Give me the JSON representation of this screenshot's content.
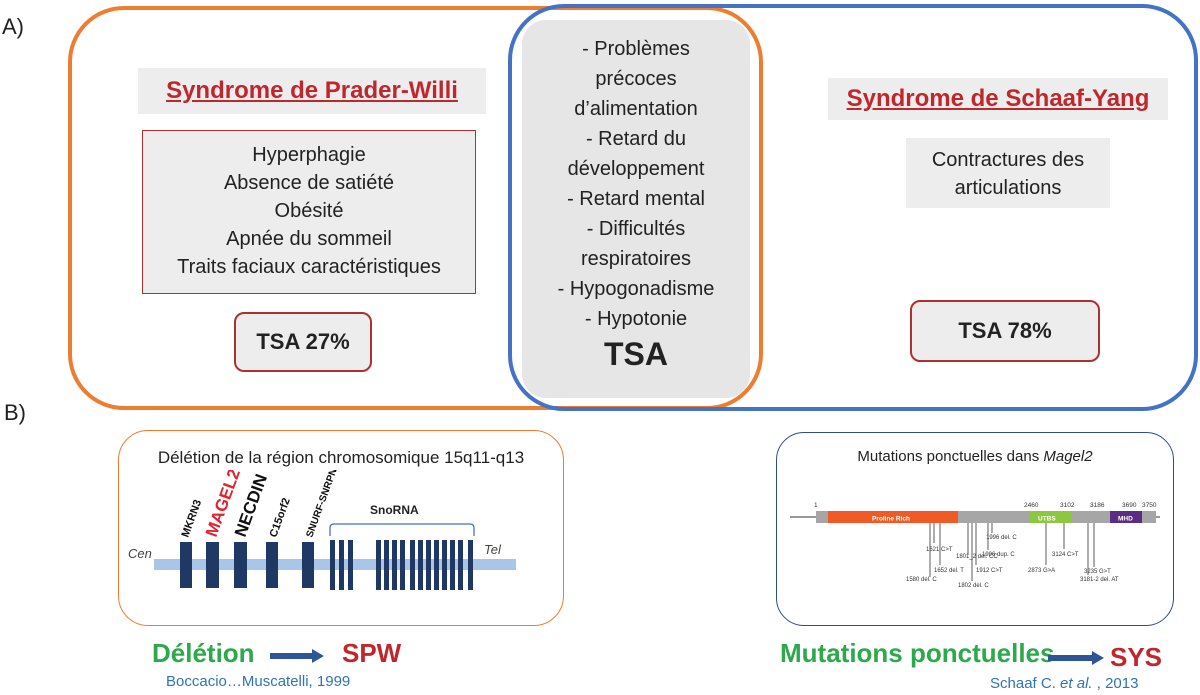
{
  "panel_a": {
    "letter": "A)",
    "pws": {
      "title": "Syndrome de Prader-Willi",
      "symptoms": [
        "Hyperphagie",
        "Absence de satiété",
        "Obésité",
        "Apnée du sommeil",
        "Traits faciaux caractéristiques"
      ],
      "tsa": "TSA 27%"
    },
    "sys": {
      "title": "Syndrome de Schaaf-Yang",
      "symptoms": [
        "Contractures des",
        "articulations"
      ],
      "tsa": "TSA 78%"
    },
    "common": {
      "lines": [
        "- Problèmes",
        "précoces",
        "d’alimentation",
        "- Retard du",
        "développement",
        "- Retard mental",
        "- Difficultés",
        "respiratoires",
        "- Hypogonadisme",
        "- Hypotonie"
      ],
      "tsa": "TSA"
    },
    "colors": {
      "pws_border": "#ED7D31",
      "sys_border": "#4472C4",
      "title_red": "#C0272D"
    }
  },
  "panel_b": {
    "letter": "B)",
    "deletion": {
      "title": "Délétion de la région chromosomique 15q11-q13",
      "genes": [
        {
          "name": "MKRN3",
          "style": "normal"
        },
        {
          "name": "MAGEL2",
          "style": "red"
        },
        {
          "name": "NECDIN",
          "style": "bold"
        },
        {
          "name": "C15orf2",
          "style": "normal"
        },
        {
          "name": "SNURF-SNRPN",
          "style": "normal"
        }
      ],
      "snorna_label": "SnoRNA",
      "cen_label": "Cen",
      "tel_label": "Tel",
      "left_label": "Délétion",
      "right_label": "SPW",
      "citation": "Boccacio…Muscatelli, 1999"
    },
    "mutations": {
      "title_prefix": "Mutations ponctuelles dans ",
      "title_gene": "Magel2",
      "positions": [
        "1",
        "2460",
        "3102",
        "3186",
        "3690",
        "3750"
      ],
      "domains": [
        "Proline Rich",
        "UTBS",
        "MHD"
      ],
      "mutations": [
        "1621 C>T",
        "1652 del. T",
        "1580 del. C",
        "1801_2 del. CC",
        "1802 del. C",
        "1996 del. C",
        "1996 dup. C",
        "1912 C>T",
        "2873 G>A",
        "3124 C>T",
        "3235 G>T",
        "3181-2 del. AT"
      ],
      "left_label": "Mutations ponctuelles",
      "right_label": "SYS",
      "citation_prefix": "Schaaf C. ",
      "citation_etal": "et al.",
      "citation_suffix": " , 2013"
    }
  }
}
